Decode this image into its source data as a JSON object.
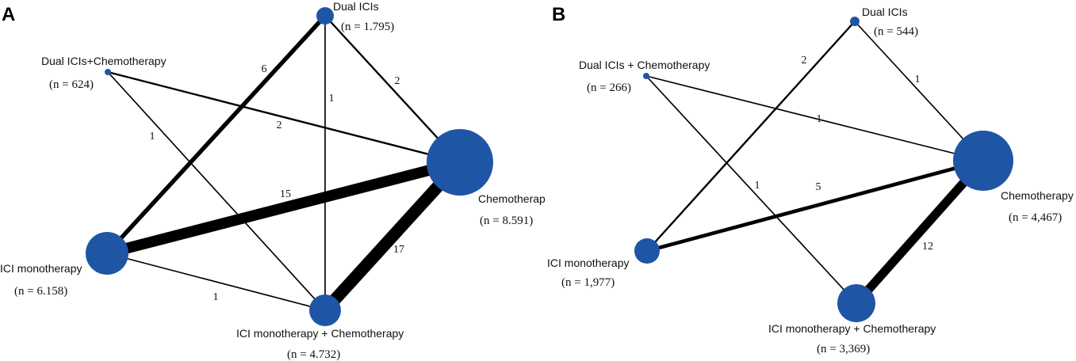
{
  "colors": {
    "node": "#1f55a5",
    "edge": "#000000"
  },
  "panels": [
    {
      "id": "A",
      "label": "A",
      "nodes": [
        {
          "id": "dual",
          "name": "Dual ICIs",
          "n": "(n = 1.795)"
        },
        {
          "id": "dualchemo",
          "name": "Dual ICIs+Chemotherapy",
          "n": "(n = 624)"
        },
        {
          "id": "chemo",
          "name": "Chemotherap",
          "n": "(n = 8.591)"
        },
        {
          "id": "mono",
          "name": "ICI monotherapy",
          "n": "(n = 6.158)"
        },
        {
          "id": "monochemo",
          "name": "ICI monotherapy + Chemotherapy",
          "n": "(n = 4.732)"
        }
      ],
      "edges": [
        {
          "from": "dual",
          "to": "mono",
          "label": "6"
        },
        {
          "from": "dual",
          "to": "chemo",
          "label": "2"
        },
        {
          "from": "dual",
          "to": "monochemo",
          "label": "1"
        },
        {
          "from": "dualchemo",
          "to": "chemo",
          "label": "2"
        },
        {
          "from": "dualchemo",
          "to": "monochemo",
          "label": "1"
        },
        {
          "from": "mono",
          "to": "chemo",
          "label": "15"
        },
        {
          "from": "monochemo",
          "to": "chemo",
          "label": "17"
        },
        {
          "from": "mono",
          "to": "monochemo",
          "label": "1"
        }
      ]
    },
    {
      "id": "B",
      "label": "B",
      "nodes": [
        {
          "id": "dual",
          "name": "Dual ICIs",
          "n": "(n = 544)"
        },
        {
          "id": "dualchemo",
          "name": "Dual ICIs + Chemotherapy",
          "n": "(n = 266)"
        },
        {
          "id": "chemo",
          "name": "Chemotherapy",
          "n": "(n = 4,467)"
        },
        {
          "id": "mono",
          "name": "ICI monotherapy",
          "n": "(n = 1,977)"
        },
        {
          "id": "monochemo",
          "name": "ICI monotherapy + Chemotherapy",
          "n": "(n = 3,369)"
        }
      ],
      "edges": [
        {
          "from": "dual",
          "to": "mono",
          "label": "2"
        },
        {
          "from": "dual",
          "to": "chemo",
          "label": "1"
        },
        {
          "from": "dualchemo",
          "to": "chemo",
          "label": "1"
        },
        {
          "from": "dualchemo",
          "to": "monochemo",
          "label": "1"
        },
        {
          "from": "mono",
          "to": "chemo",
          "label": "5"
        },
        {
          "from": "monochemo",
          "to": "chemo",
          "label": "12"
        }
      ]
    }
  ]
}
